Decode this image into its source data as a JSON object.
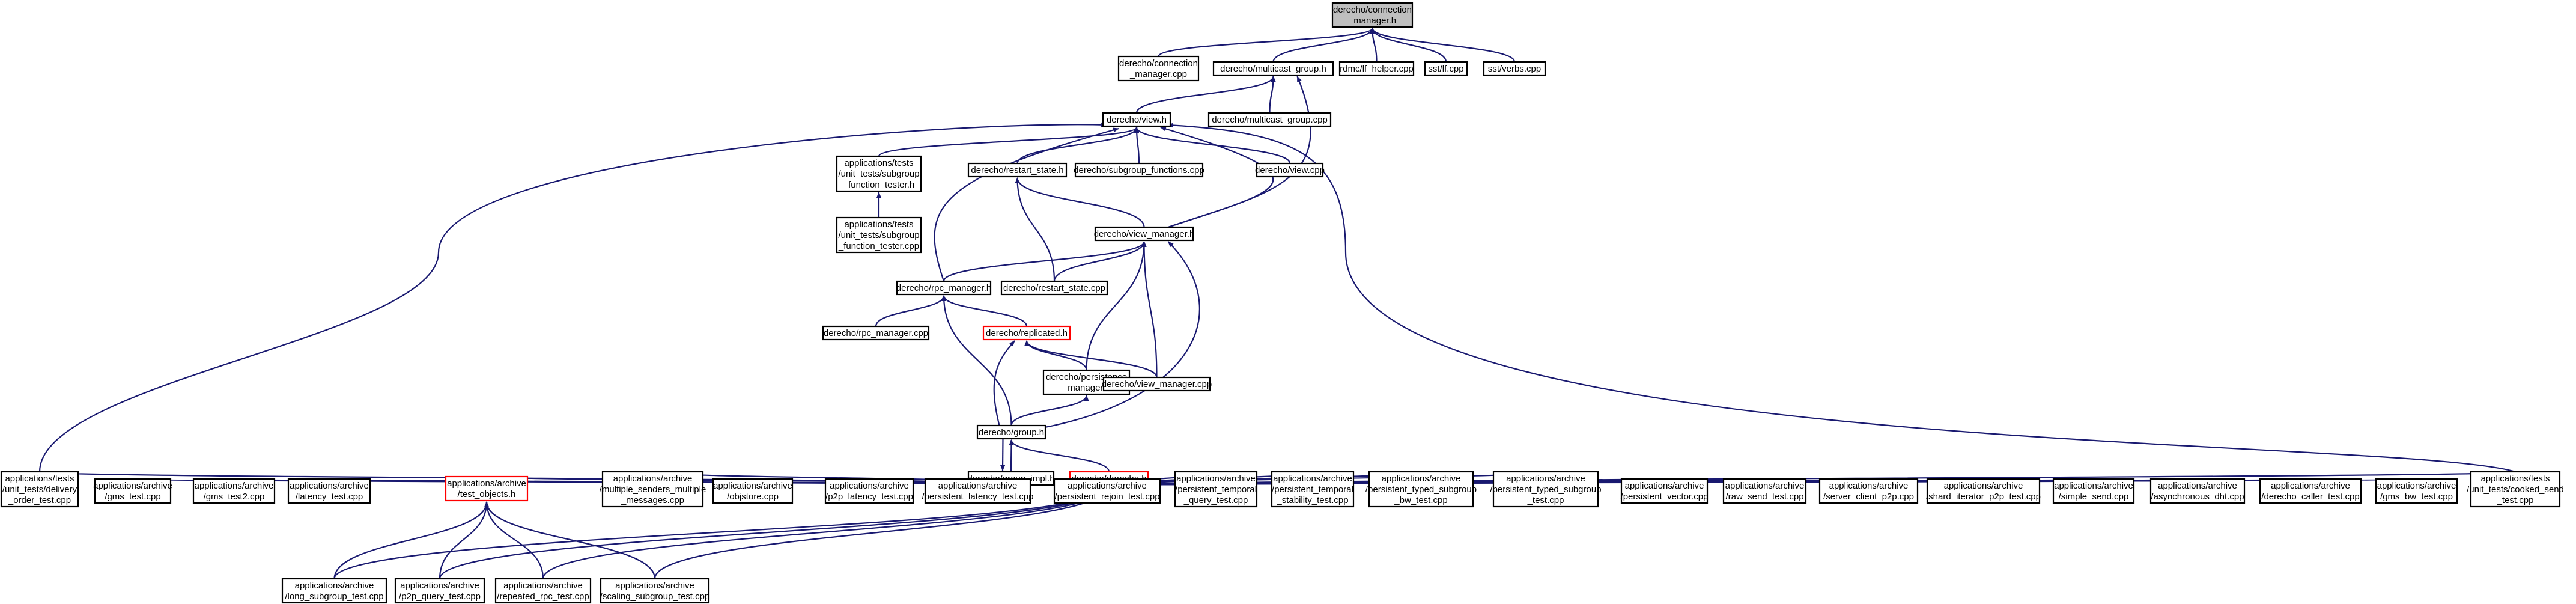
{
  "diagram": {
    "edge_color": "#191970",
    "red_border_color": "#ff0000",
    "root_fill": "#bfbfbf",
    "nodes": [
      {
        "id": "connection_manager_h",
        "lines": [
          "derecho/connection",
          "_manager.h"
        ],
        "style": "root"
      },
      {
        "id": "connection_manager_cpp",
        "lines": [
          "derecho/connection",
          "_manager.cpp"
        ]
      },
      {
        "id": "multicast_group_h",
        "lines": [
          "derecho/multicast_group.h"
        ]
      },
      {
        "id": "rdmc_lf_helper",
        "lines": [
          "rdmc/lf_helper.cpp"
        ]
      },
      {
        "id": "sst_lf",
        "lines": [
          "sst/lf.cpp"
        ]
      },
      {
        "id": "sst_verbs",
        "lines": [
          "sst/verbs.cpp"
        ]
      },
      {
        "id": "multicast_group_cpp",
        "lines": [
          "derecho/multicast_group.cpp"
        ]
      },
      {
        "id": "view_h",
        "lines": [
          "derecho/view.h"
        ]
      },
      {
        "id": "subgroup_function_tester_h",
        "lines": [
          "applications/tests",
          "/unit_tests/subgroup",
          "_function_tester.h"
        ]
      },
      {
        "id": "restart_state_h",
        "lines": [
          "derecho/restart_state.h"
        ]
      },
      {
        "id": "subgroup_functions_cpp",
        "lines": [
          "derecho/subgroup_functions.cpp"
        ]
      },
      {
        "id": "view_cpp",
        "lines": [
          "derecho/view.cpp"
        ]
      },
      {
        "id": "subgroup_function_tester_cpp",
        "lines": [
          "applications/tests",
          "/unit_tests/subgroup",
          "_function_tester.cpp"
        ]
      },
      {
        "id": "view_manager_h",
        "lines": [
          "derecho/view_manager.h"
        ]
      },
      {
        "id": "rpc_manager_h",
        "lines": [
          "derecho/rpc_manager.h"
        ]
      },
      {
        "id": "restart_state_cpp",
        "lines": [
          "derecho/restart_state.cpp"
        ]
      },
      {
        "id": "rpc_manager_cpp",
        "lines": [
          "derecho/rpc_manager.cpp"
        ]
      },
      {
        "id": "replicated_h",
        "lines": [
          "derecho/replicated.h"
        ],
        "style": "red"
      },
      {
        "id": "persistence_manager_h",
        "lines": [
          "derecho/persistence",
          "_manager.h"
        ]
      },
      {
        "id": "view_manager_cpp",
        "lines": [
          "derecho/view_manager.cpp"
        ]
      },
      {
        "id": "group_h",
        "lines": [
          "derecho/group.h"
        ]
      },
      {
        "id": "group_impl_h",
        "lines": [
          "derecho/group_impl.h"
        ]
      },
      {
        "id": "derecho_h",
        "lines": [
          "derecho/derecho.h"
        ],
        "style": "red"
      },
      {
        "id": "delivery_order_test",
        "lines": [
          "applications/tests",
          "/unit_tests/delivery",
          "_order_test.cpp"
        ]
      },
      {
        "id": "gms_test",
        "lines": [
          "applications/archive",
          "/gms_test.cpp"
        ]
      },
      {
        "id": "gms_test2",
        "lines": [
          "applications/archive",
          "/gms_test2.cpp"
        ]
      },
      {
        "id": "latency_test",
        "lines": [
          "applications/archive",
          "/latency_test.cpp"
        ]
      },
      {
        "id": "test_objects_h",
        "lines": [
          "applications/archive",
          "/test_objects.h"
        ],
        "style": "red"
      },
      {
        "id": "multiple_senders",
        "lines": [
          "applications/archive",
          "/multiple_senders_multiple",
          "_messages.cpp"
        ]
      },
      {
        "id": "objstore",
        "lines": [
          "applications/archive",
          "/objstore.cpp"
        ]
      },
      {
        "id": "p2p_latency_test",
        "lines": [
          "applications/archive",
          "/p2p_latency_test.cpp"
        ]
      },
      {
        "id": "persistent_latency_test",
        "lines": [
          "applications/archive",
          "/persistent_latency_test.cpp"
        ]
      },
      {
        "id": "persistent_rejoin_test",
        "lines": [
          "applications/archive",
          "/persistent_rejoin_test.cpp"
        ]
      },
      {
        "id": "persistent_temporal_query",
        "lines": [
          "applications/archive",
          "/persistent_temporal",
          "_query_test.cpp"
        ]
      },
      {
        "id": "persistent_temporal_stability",
        "lines": [
          "applications/archive",
          "/persistent_temporal",
          "_stability_test.cpp"
        ]
      },
      {
        "id": "persistent_typed_subgroup_bw",
        "lines": [
          "applications/archive",
          "/persistent_typed_subgroup",
          "_bw_test.cpp"
        ]
      },
      {
        "id": "persistent_typed_subgroup_test",
        "lines": [
          "applications/archive",
          "/persistent_typed_subgroup",
          "_test.cpp"
        ]
      },
      {
        "id": "persistent_vector",
        "lines": [
          "applications/archive",
          "/persistent_vector.cpp"
        ]
      },
      {
        "id": "raw_send_test",
        "lines": [
          "applications/archive",
          "/raw_send_test.cpp"
        ]
      },
      {
        "id": "server_client_p2p",
        "lines": [
          "applications/archive",
          "/server_client_p2p.cpp"
        ]
      },
      {
        "id": "shard_iterator_p2p",
        "lines": [
          "applications/archive",
          "/shard_iterator_p2p_test.cpp"
        ]
      },
      {
        "id": "simple_send",
        "lines": [
          "applications/archive",
          "/simple_send.cpp"
        ]
      },
      {
        "id": "asynchronous_dht",
        "lines": [
          "applications/archive",
          "/asynchronous_dht.cpp"
        ]
      },
      {
        "id": "derecho_caller_test",
        "lines": [
          "applications/archive",
          "/derecho_caller_test.cpp"
        ]
      },
      {
        "id": "gms_bw_test",
        "lines": [
          "applications/archive",
          "/gms_bw_test.cpp"
        ]
      },
      {
        "id": "cooked_send_test",
        "lines": [
          "applications/tests",
          "/unit_tests/cooked_send",
          "_test.cpp"
        ]
      },
      {
        "id": "long_subgroup_test",
        "lines": [
          "applications/archive",
          "/long_subgroup_test.cpp"
        ]
      },
      {
        "id": "p2p_query_test",
        "lines": [
          "applications/archive",
          "/p2p_query_test.cpp"
        ]
      },
      {
        "id": "repeated_rpc_test",
        "lines": [
          "applications/archive",
          "/repeated_rpc_test.cpp"
        ]
      },
      {
        "id": "scaling_subgroup_test",
        "lines": [
          "applications/archive",
          "/scaling_subgroup_test.cpp"
        ]
      }
    ]
  }
}
